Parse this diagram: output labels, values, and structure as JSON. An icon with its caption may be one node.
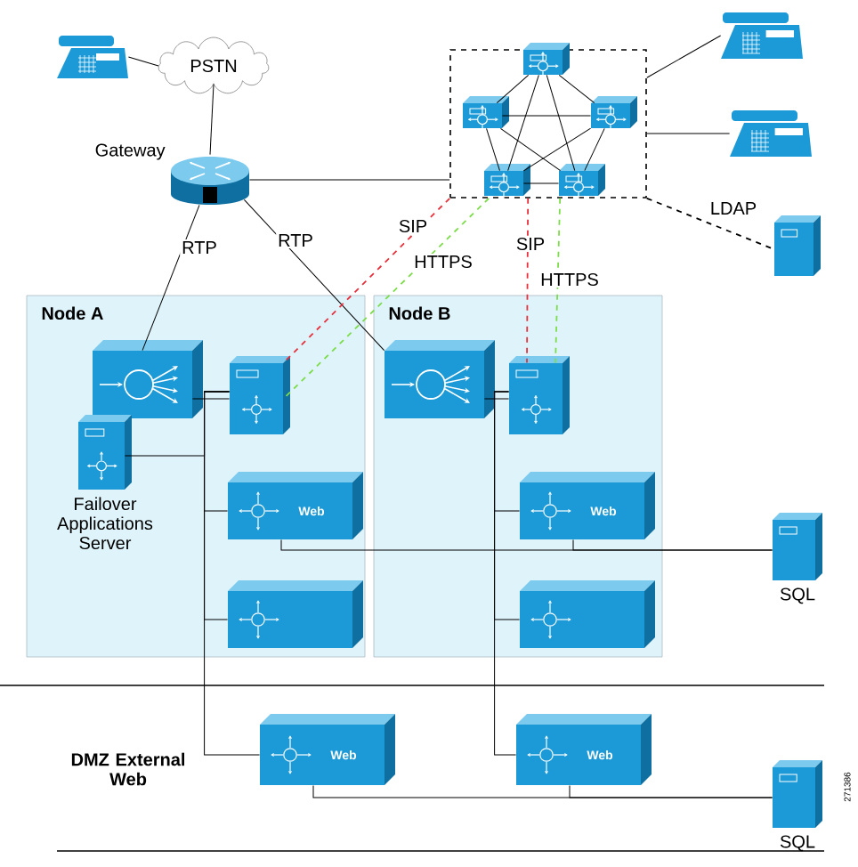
{
  "diagram": {
    "nodes": [
      {
        "text": [],
        "shape": "phone"
      },
      {
        "text": [
          "PSTN"
        ]
      },
      {
        "text": [
          "Gateway"
        ]
      },
      {
        "text": [],
        "shape": "box"
      },
      {
        "text": [],
        "shape": "server",
        "in": 3
      },
      {
        "text": [],
        "shape": "server",
        "in": 3
      },
      {
        "text": [],
        "shape": "server",
        "in": 3
      },
      {
        "text": [],
        "shape": "server",
        "in": 3
      },
      {
        "text": [],
        "shape": "server",
        "in": 3
      },
      {
        "text": [],
        "shape": "phone"
      },
      {
        "text": [],
        "shape": "phone"
      },
      {
        "text": [],
        "shape": "server"
      },
      {
        "text": [
          "Node A"
        ]
      },
      {
        "text": [
          "Node B"
        ]
      },
      {
        "text": [],
        "shape": "box",
        "in": 12
      },
      {
        "text": [],
        "shape": "server",
        "in": 12
      },
      {
        "text": [
          "Failover Applications Server"
        ],
        "in": 12
      },
      {
        "text": [
          "Web"
        ],
        "in": 12
      },
      {
        "text": [],
        "shape": "box",
        "in": 12
      },
      {
        "text": [],
        "shape": "box",
        "in": 13
      },
      {
        "text": [],
        "shape": "server",
        "in": 13
      },
      {
        "text": [
          "Web"
        ],
        "in": 13
      },
      {
        "text": [],
        "shape": "box",
        "in": 13
      },
      {
        "text": [
          "SQL"
        ]
      },
      {
        "text": [
          "Web"
        ]
      },
      {
        "text": [
          "Web"
        ]
      },
      {
        "text": [
          "SQL"
        ]
      }
    ],
    "edges": [
      {
        "from": 0,
        "to": 1,
        "arrow": "none"
      },
      {
        "from": 1,
        "to": 2,
        "arrow": "none"
      },
      {
        "from": 2,
        "to": 3,
        "arrow": "none"
      },
      {
        "from": 3,
        "to": 9,
        "arrow": "none"
      },
      {
        "from": 3,
        "to": 10,
        "arrow": "none"
      },
      {
        "from": 3,
        "to": 11,
        "arrow": "none",
        "label": "LDAP",
        "style": "dashed"
      },
      {
        "from": 4,
        "to": 5,
        "arrow": "none"
      },
      {
        "from": 4,
        "to": 6,
        "arrow": "none"
      },
      {
        "from": 4,
        "to": 7,
        "arrow": "none"
      },
      {
        "from": 4,
        "to": 8,
        "arrow": "none"
      },
      {
        "from": 5,
        "to": 6,
        "arrow": "none"
      },
      {
        "from": 5,
        "to": 7,
        "arrow": "none"
      },
      {
        "from": 5,
        "to": 8,
        "arrow": "none"
      },
      {
        "from": 6,
        "to": 7,
        "arrow": "none"
      },
      {
        "from": 6,
        "to": 8,
        "arrow": "none"
      },
      {
        "from": 7,
        "to": 8,
        "arrow": "none"
      },
      {
        "from": 2,
        "to": 14,
        "arrow": "none",
        "label": "RTP"
      },
      {
        "from": 2,
        "to": 19,
        "arrow": "none",
        "label": "RTP"
      },
      {
        "from": 3,
        "to": 15,
        "arrow": "none",
        "label": "SIP",
        "style": "dashed",
        "color": "#e8303c"
      },
      {
        "from": 3,
        "to": 15,
        "arrow": "none",
        "label": "HTTPS",
        "style": "dashed",
        "color": "#7ddc4a"
      },
      {
        "from": 3,
        "to": 20,
        "arrow": "none",
        "label": "SIP",
        "style": "dashed",
        "color": "#e8303c"
      },
      {
        "from": 3,
        "to": 20,
        "arrow": "none",
        "label": "HTTPS",
        "style": "dashed",
        "color": "#7ddc4a"
      },
      {
        "from": 14,
        "to": 15,
        "arrow": "none"
      },
      {
        "from": 19,
        "to": 20,
        "arrow": "none"
      },
      {
        "from": 15,
        "to": 16,
        "arrow": "none"
      },
      {
        "from": 15,
        "to": 17,
        "arrow": "none"
      },
      {
        "from": 15,
        "to": 18,
        "arrow": "none"
      },
      {
        "from": 15,
        "to": 24,
        "arrow": "none"
      },
      {
        "from": 20,
        "to": 21,
        "arrow": "none"
      },
      {
        "from": 20,
        "to": 22,
        "arrow": "none"
      },
      {
        "from": 20,
        "to": 25,
        "arrow": "none"
      },
      {
        "from": 17,
        "to": 23,
        "arrow": "none"
      },
      {
        "from": 21,
        "to": 23,
        "arrow": "none"
      },
      {
        "from": 24,
        "to": 26,
        "arrow": "none"
      },
      {
        "from": 25,
        "to": 26,
        "arrow": "none"
      }
    ],
    "labels": [
      "DMZ External Web",
      "271386"
    ]
  }
}
